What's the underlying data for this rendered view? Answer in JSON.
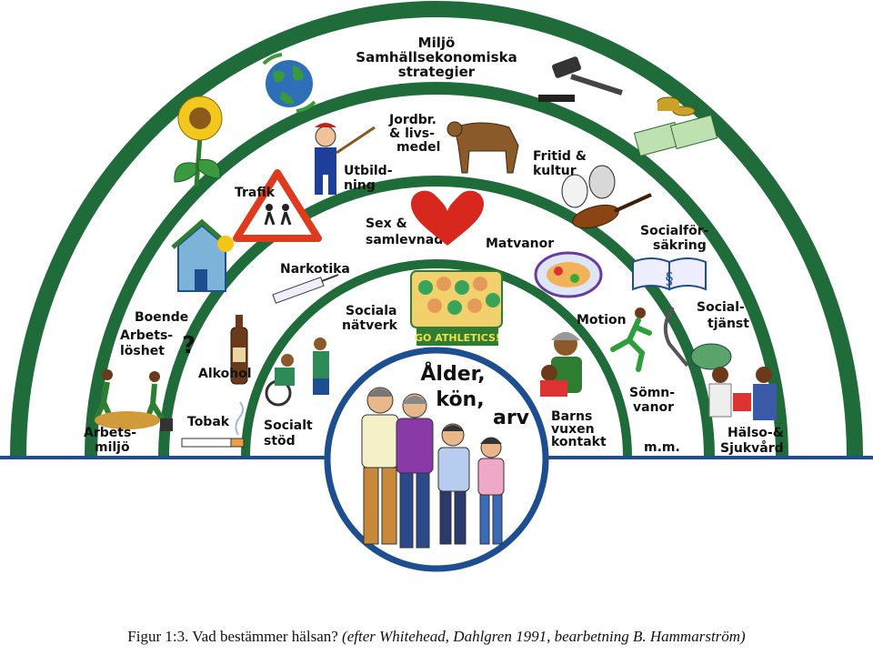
{
  "colors": {
    "arc": "#1f6b3a",
    "arc_light": "#e8f1ea",
    "baseline": "#1d4e8f",
    "center_ring": "#1d4e8f",
    "heart": "#d8281e"
  },
  "outer_layer": {
    "title": "Miljö",
    "line2": "Samhällsekonomiska",
    "line3": "strategier"
  },
  "labels": {
    "jordbr_1": "Jordbr.",
    "jordbr_2": "& livs-",
    "jordbr_3": "medel",
    "utbildning_1": "Utbild-",
    "utbildning_2": "ning",
    "trafik": "Trafik",
    "fritid_1": "Fritid &",
    "fritid_2": "kultur",
    "socialfors_1": "Socialför-",
    "socialfors_2": "säkring",
    "sex_1": "Sex &",
    "sex_2": "samlevnad",
    "matvanor": "Matvanor",
    "narkotika": "Narkotika",
    "boende": "Boende",
    "arbetsloshet_1": "Arbets-",
    "arbetsloshet_2": "löshet",
    "alkohol": "Alkohol",
    "sociala_1": "Sociala",
    "sociala_2": "nätverk",
    "motion": "Motion",
    "socialtjanst_1": "Social-",
    "socialtjanst_2": "tjänst",
    "somnvanor_1": "Sömn-",
    "somnvanor_2": "vanor",
    "arbetsmiljo_1": "Arbets-",
    "arbetsmiljo_2": "miljö",
    "tobak": "Tobak",
    "socialt_stod_1": "Socialt",
    "socialt_stod_2": "stöd",
    "barns_1": "Barns",
    "barns_2": "vuxen",
    "barns_3": "kontakt",
    "mm": "m.m.",
    "halso_1": "Hälso-&",
    "halso_2": "Sjukvård",
    "go_athletics": "GO ATHLETICS!"
  },
  "core": {
    "line1": "Ålder,",
    "line2": "kön,",
    "line3": "arv"
  },
  "caption": {
    "prefix": "Figur 1:3. Vad bestämmer hälsan?",
    "italic": "(efter Whitehead, Dahlgren 1991, bearbetning B. Hammarström)"
  }
}
